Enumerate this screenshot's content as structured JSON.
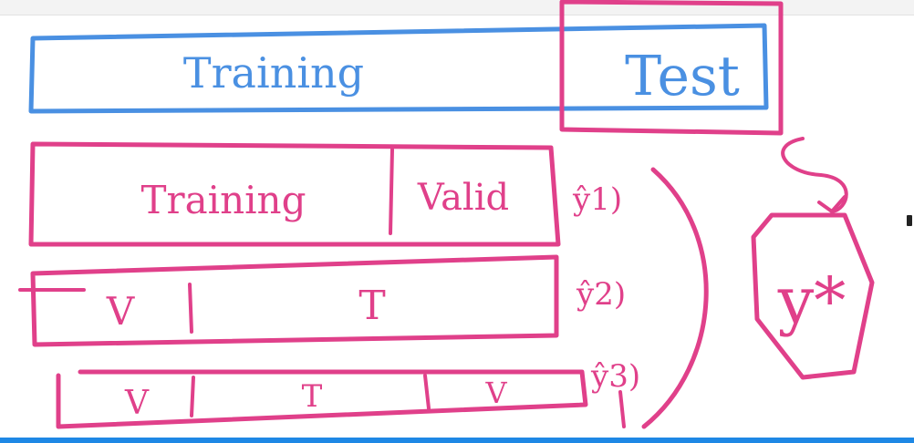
{
  "colors": {
    "blue": "#4a90e2",
    "magenta": "#e0408a"
  },
  "labels": {
    "training_top": "Training",
    "test": "Test",
    "training_row1": "Training",
    "valid_row1": "Valid",
    "v_row2": "V",
    "t_row2": "T",
    "v_row3_left": "V",
    "t_row3": "T",
    "v_row3_right": "V",
    "yhat1": "ŷ1)",
    "yhat2": "ŷ2)",
    "yhat3": "ŷ3)",
    "ystar": "y*"
  }
}
